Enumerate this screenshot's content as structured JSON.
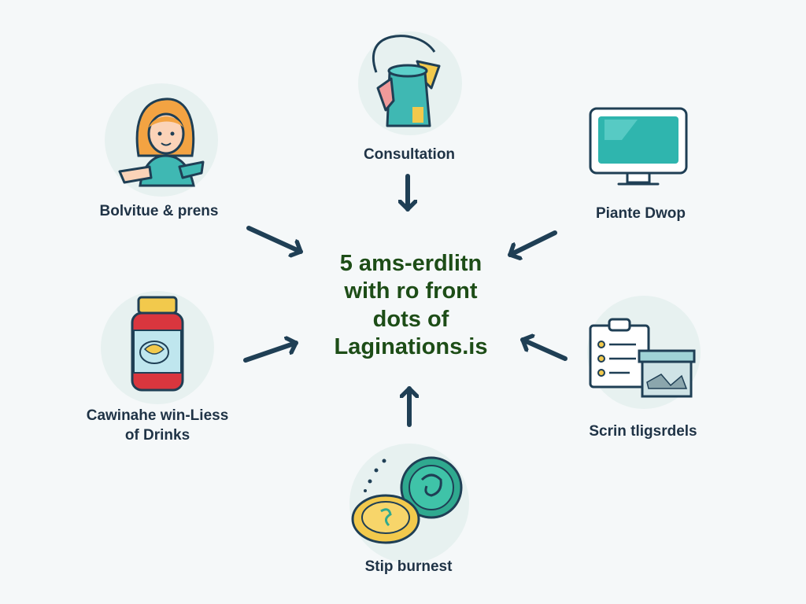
{
  "center": {
    "lines": [
      "5 ams-erdlitn",
      "with ro front",
      "dots of",
      "Laginations.is"
    ]
  },
  "nodes": {
    "top": {
      "label": "Consultation",
      "icon": "teapot-icon"
    },
    "top_left": {
      "label": "Bolvitue & prens",
      "icon": "woman-avatar-icon"
    },
    "top_right": {
      "label": "Piante Dwop",
      "icon": "monitor-icon"
    },
    "left": {
      "label_line1": "Cawinahe win-Liess",
      "label_line2": "of Drinks",
      "icon": "jar-icon"
    },
    "right": {
      "label": "Scrin tligsrdels",
      "icon": "clipboard-box-icon"
    },
    "bottom": {
      "label": "Stip burnest",
      "icon": "coins-icon"
    }
  },
  "colors": {
    "background": "#f5f8f9",
    "arrow": "#1f3f55",
    "node_circle": "#e7f1f0",
    "accent_teal": "#3fb8b3",
    "accent_yellow": "#f2c94c",
    "accent_red": "#d9363e",
    "center_text": "#1d4d17"
  }
}
